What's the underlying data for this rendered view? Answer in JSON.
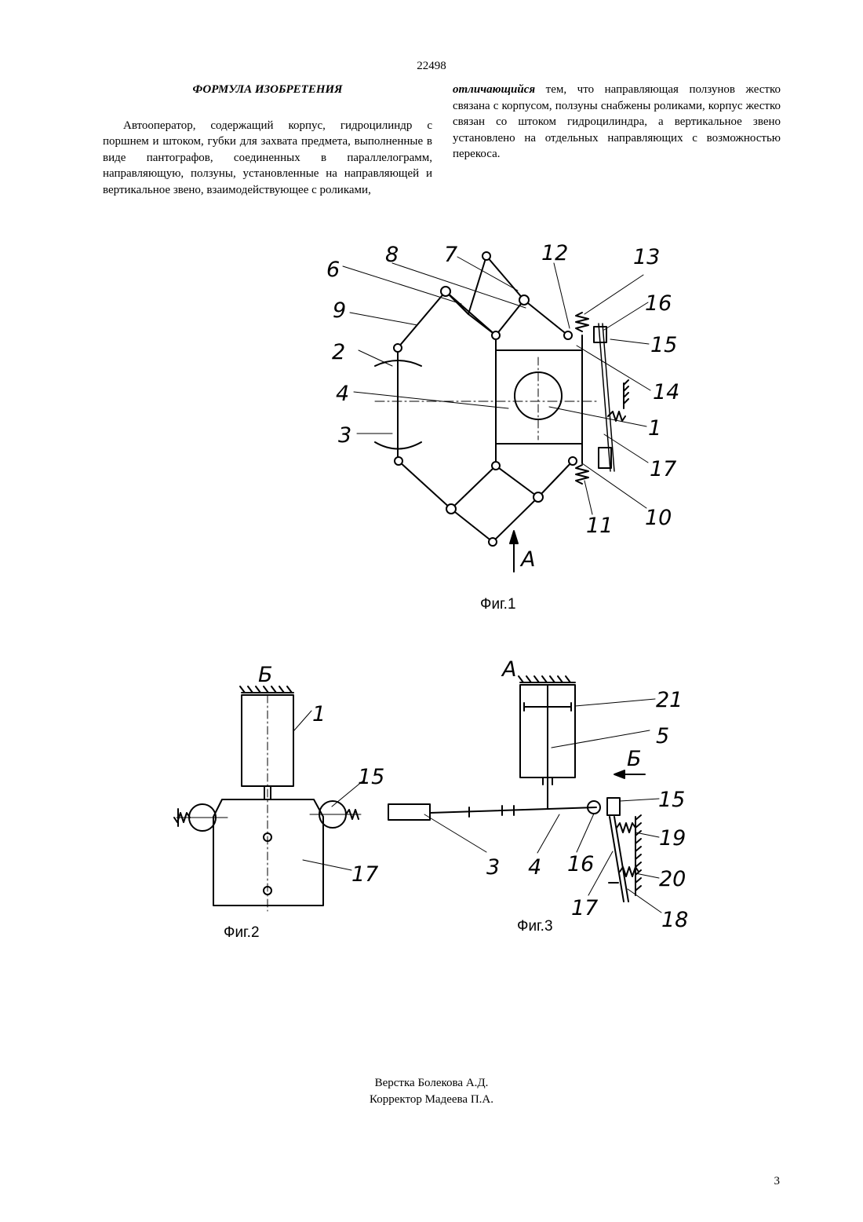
{
  "header": {
    "doc_number": "22498"
  },
  "claims": {
    "title": "ФОРМУЛА ИЗОБРЕТЕНИЯ",
    "text_part1": "Автооператор, содержащий корпус, гидроцилиндр с поршнем и штоком, губки для захвата предмета, выполненные в виде пантографов, соединенных в параллелограмм, направляющую, ползуны, установленные на направляющей и вертикальное звено, взаимодействующее с роликами,",
    "emphasis": "отличающийся",
    "text_part2": "тем, что направляющая ползунов жестко связана с корпусом, ползуны снабжены роликами, корпус жестко связан со штоком гидроцилиндра, а вертикальное звено установлено на отдельных направляющих с возможностью перекоса."
  },
  "figures": {
    "fig1": {
      "caption": "Фиг.1",
      "labels": [
        "1",
        "2",
        "3",
        "4",
        "6",
        "7",
        "8",
        "9",
        "10",
        "11",
        "12",
        "13",
        "14",
        "15",
        "16",
        "17",
        "A"
      ]
    },
    "fig2": {
      "caption": "Фиг.2",
      "labels": [
        "Б",
        "1",
        "15",
        "17"
      ]
    },
    "fig3": {
      "caption": "Фиг.3",
      "labels": [
        "A",
        "21",
        "5",
        "Б",
        "15",
        "19",
        "20",
        "18",
        "3",
        "4",
        "16",
        "17"
      ]
    }
  },
  "credits": {
    "layout": "Верстка Болекова А.Д.",
    "corrector": "Корректор Мадеева П.А."
  },
  "footer": {
    "page_number": "3"
  }
}
